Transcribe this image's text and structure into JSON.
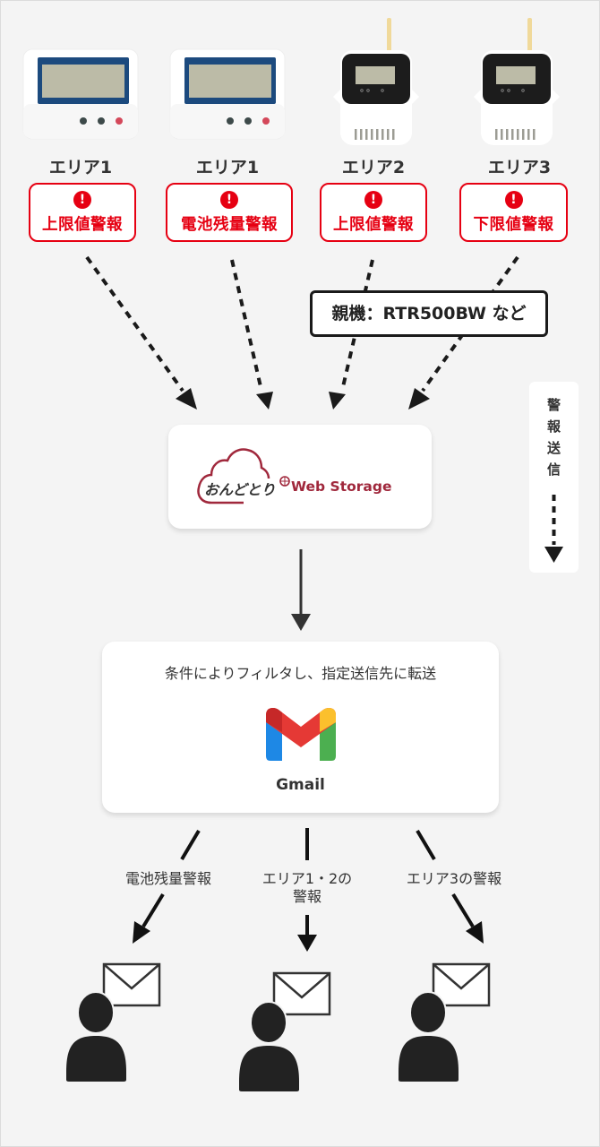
{
  "devices": [
    {
      "area": "エリア1",
      "alert": "上限値警報",
      "type": "display-logger"
    },
    {
      "area": "エリア1",
      "alert": "電池残量警報",
      "type": "display-logger"
    },
    {
      "area": "エリア2",
      "alert": "上限値警報",
      "type": "antenna-logger"
    },
    {
      "area": "エリア3",
      "alert": "下限値警報",
      "type": "antenna-logger"
    }
  ],
  "alert_icon": "!",
  "parent_unit_label": "親機：RTR500BW など",
  "cloud_service": {
    "logo_japanese": "おんどとり",
    "logo_english": "Web Storage",
    "brand_color": "#a0283c"
  },
  "side_note": {
    "text": [
      "警",
      "報",
      "送",
      "信"
    ]
  },
  "gmail": {
    "description": "条件によりフィルタし、指定送信先に転送",
    "label": "Gmail"
  },
  "routes": [
    {
      "label": "電池残量警報"
    },
    {
      "label": "エリア1・2の",
      "label_line2": "警報"
    },
    {
      "label": "エリア3の警報"
    }
  ],
  "colors": {
    "alert": "#e60012",
    "background": "#f4f4f4",
    "arrow": "#1a1a1a"
  }
}
